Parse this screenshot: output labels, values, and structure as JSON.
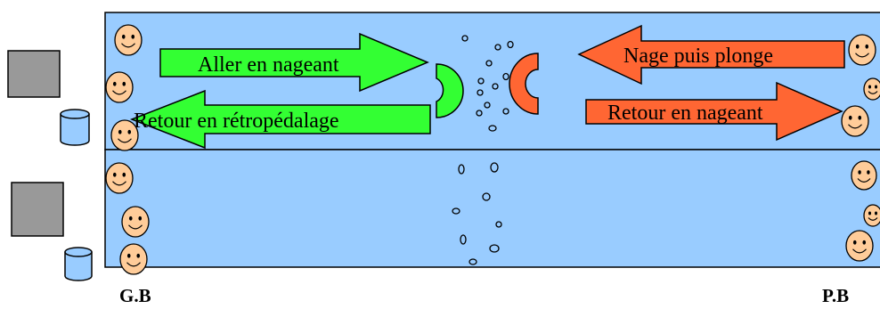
{
  "colors": {
    "pool_water": "#99CCFF",
    "pool_border": "#000000",
    "green_arrow": "#33FF33",
    "orange_arrow": "#FF6633",
    "face": "#FFCC99",
    "crate": "#999999",
    "bucket": "#99CCFF"
  },
  "arrows": {
    "aller": "Aller en nageant",
    "retour_retro": "Retour en rétropédalage",
    "nage_plonge": "Nage puis plonge",
    "retour_nage": "Retour en nageant"
  },
  "labels": {
    "left_end": "G.B",
    "right_end": "P.B"
  },
  "icons": [
    "smiley-face-icon",
    "crate-icon",
    "bucket-icon",
    "bubble-icon",
    "half-ring-icon"
  ]
}
